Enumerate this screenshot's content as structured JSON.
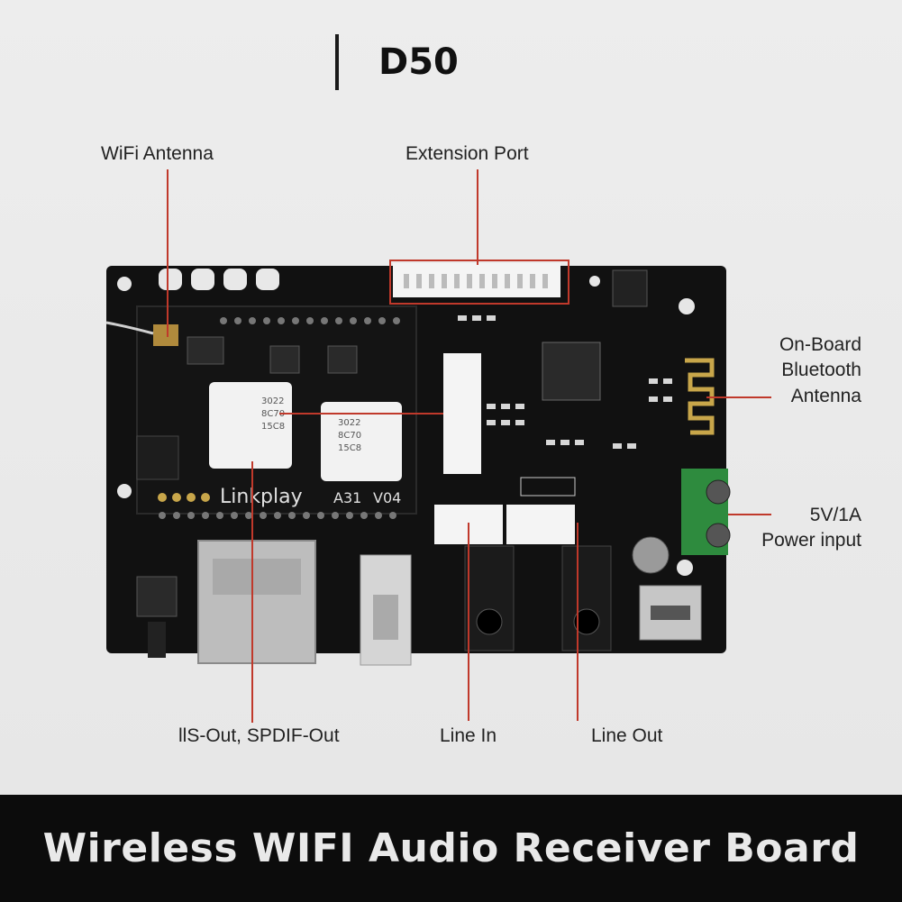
{
  "header": {
    "title": "D50"
  },
  "labels": {
    "wifi_antenna": "WiFi Antenna",
    "extension_port": "Extension Port",
    "bt_antenna_line1": "On-Board",
    "bt_antenna_line2": "Bluetooth",
    "bt_antenna_line3": "Antenna",
    "power_line1": "5V/1A",
    "power_line2": "Power input",
    "iis_out": "llS-Out, SPDIF-Out",
    "line_in": "Line In",
    "line_out": "Line Out"
  },
  "board": {
    "brand": "Linkplay",
    "model": "A31",
    "version": "V04"
  },
  "footer": {
    "text": "Wireless WIFI Audio Receiver Board"
  },
  "colors": {
    "callout": "#c0392b",
    "pcb": "#111111",
    "terminal": "#2e8b3e",
    "footer_bg": "#0c0c0c"
  }
}
